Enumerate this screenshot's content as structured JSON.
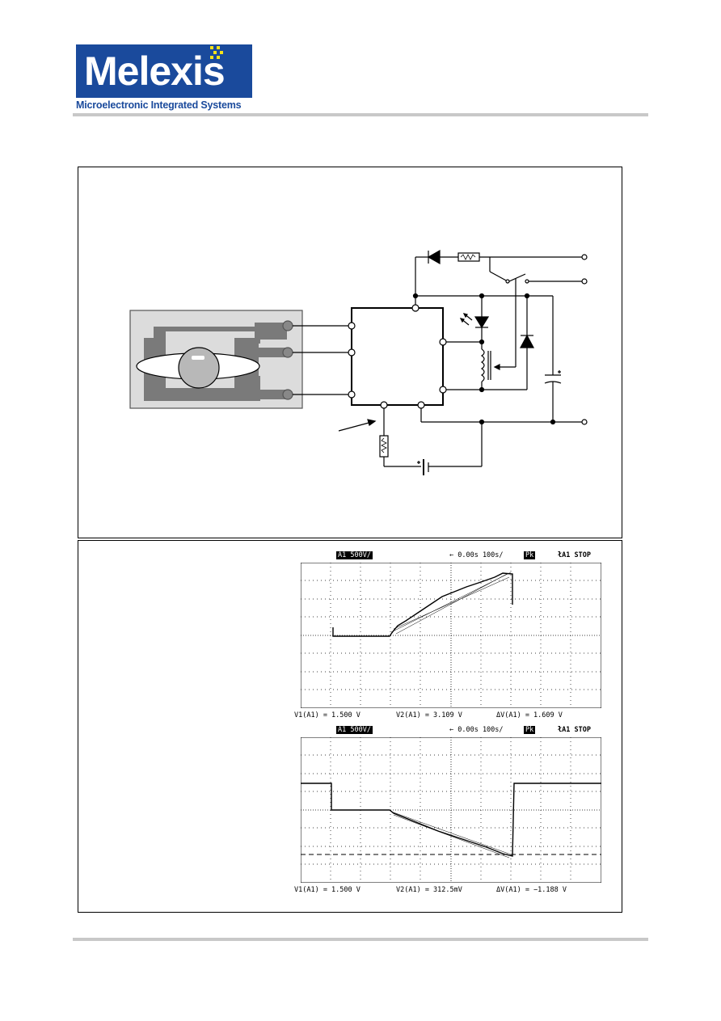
{
  "header": {
    "logo_text": "Melexis",
    "tagline": "Microelectronic Integrated Systems",
    "brand_color": "#1a4a9c",
    "accent_color": "#f5e11a"
  },
  "scope1": {
    "header_label": "A1 500V/",
    "header_time": "← 0.00s  100s/",
    "header_pk": "Pk",
    "header_stop": "łA1 STOP",
    "footer_v1": "V1(A1) = 1.500 V",
    "footer_v2": "V2(A1) = 3.109 V",
    "footer_dv": "ΔV(A1) = 1.609 V"
  },
  "scope2": {
    "header_label": "A1 500V/",
    "header_time": "← 0.00s  100s/",
    "header_pk": "Pk",
    "header_stop": "łA1 STOP",
    "footer_v1": "V1(A1) = 1.500 V",
    "footer_v2": "V2(A1) = 312.5mV",
    "footer_dv": "ΔV(A1) = −1.188 V"
  }
}
